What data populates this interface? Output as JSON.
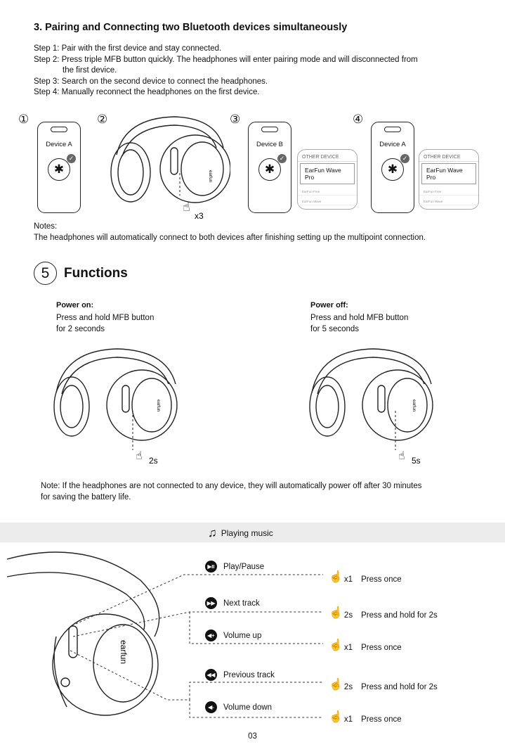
{
  "section3": {
    "title": "3. Pairing and Connecting two Bluetooth devices simultaneously",
    "steps": [
      "Step 1: Pair with the first device and stay connected.",
      "Step 2: Press triple MFB button quickly. The headphones will enter pairing mode and will disconnected from",
      "the first device.",
      "Step 3: Search on the second device to connect the headphones.",
      "Step 4: Manually reconnect the headphones on the first device."
    ],
    "figures": {
      "n1": "①",
      "n2": "②",
      "n3": "③",
      "n4": "④",
      "device_a": "Device A",
      "device_b": "Device B",
      "press_count": "x3",
      "other_device": "OTHER DEVICE",
      "wave_pro": "EarFun Wave Pro",
      "earfun_free": "EarFun Free",
      "earfun_wave": "EarFun Wave"
    },
    "notes_label": "Notes:",
    "notes_text": "The headphones will automatically connect to both devices after finishing setting up the multipoint connection."
  },
  "section5": {
    "number": "5",
    "title": "Functions",
    "power_on": {
      "heading": "Power on:",
      "line1": "Press and hold MFB button",
      "line2": "for 2 seconds",
      "time": "2s"
    },
    "power_off": {
      "heading": "Power off:",
      "line1": "Press and hold MFB button",
      "line2": "for 5 seconds",
      "time": "5s"
    },
    "note_line1": "Note: If the headphones are not connected to any device, they will automatically power off after 30 minutes",
    "note_line2": "for saving the battery life."
  },
  "music": {
    "title": "Playing music",
    "functions": [
      {
        "label": "Play/Pause",
        "icon": "play-pause-icon",
        "glyph": "▶II"
      },
      {
        "label": "Next track",
        "icon": "next-track-icon",
        "glyph": "▶▶"
      },
      {
        "label": "Volume up",
        "icon": "volume-up-icon",
        "glyph": "◀+"
      },
      {
        "label": "Previous track",
        "icon": "previous-track-icon",
        "glyph": "◀◀"
      },
      {
        "label": "Volume down",
        "icon": "volume-down-icon",
        "glyph": "◀-"
      }
    ],
    "actions": [
      {
        "count": "x1",
        "text": "Press once"
      },
      {
        "count": "2s",
        "text": "Press and hold for 2s"
      },
      {
        "count": "x1",
        "text": "Press once"
      },
      {
        "count": "2s",
        "text": "Press and hold for 2s"
      },
      {
        "count": "x1",
        "text": "Press once"
      }
    ]
  },
  "headphone_brand": "earfun",
  "page_number": "03"
}
